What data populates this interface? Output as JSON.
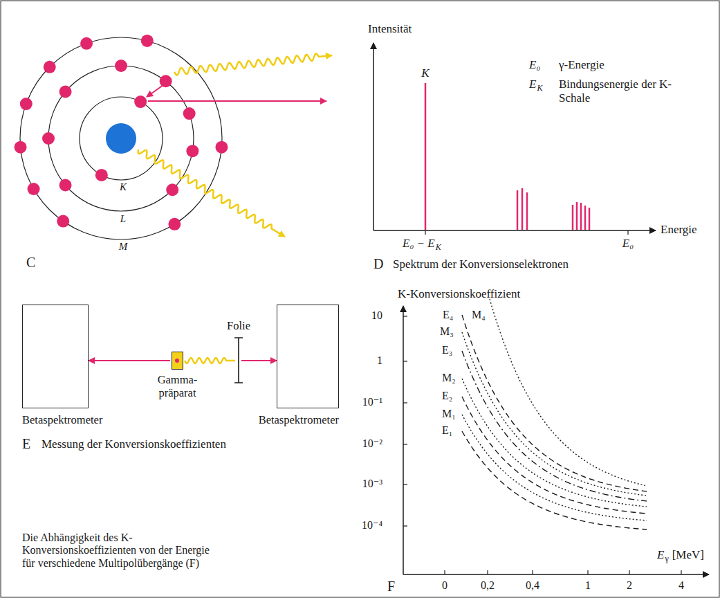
{
  "diagram": {
    "nodes": [
      {
        "text": [
          "Betaspektrometer"
        ]
      },
      {
        "text": [
          "Gamma-präparat"
        ]
      },
      {
        "text": [
          "Betaspektrometer"
        ]
      }
    ],
    "edges": [
      {
        "from": 1,
        "to": 0,
        "arrow": "to"
      },
      {
        "from": 1,
        "to": 2,
        "arrow": "to"
      }
    ],
    "labels": [
      "K",
      "L",
      "M",
      "C",
      "Intensität",
      "K",
      "E₀",
      "γ-Energie",
      "E",
      "K",
      "Bindungsenergie der K-Schale",
      "Energie",
      "E₀ − E",
      "K",
      "E₀",
      "D",
      "Spektrum der Konversionselektronen",
      "Folie",
      "E",
      "Messung der Konversionskoeffizienten",
      "Die Abhängigkeit des K-Konversionskoeffizienten von der Energie für verschiedene Multipolübergänge (F)",
      "K-Konversionskoeffizient",
      "10",
      "1",
      "10⁻¹",
      "10⁻²",
      "10⁻³",
      "10⁻⁴",
      "E₄",
      "M₄",
      "M₃",
      "E₃",
      "M₂",
      "E₂",
      "M₁",
      "E₁",
      "0",
      "0,2",
      "0,4",
      "1",
      "2",
      "4",
      "E",
      "γ",
      "[MeV]",
      "F"
    ]
  }
}
